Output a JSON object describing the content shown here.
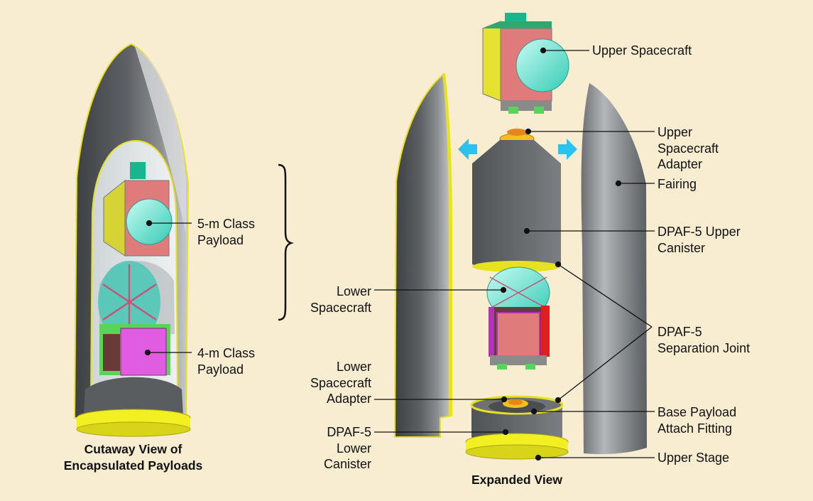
{
  "captions": {
    "cutaway_line1": "Cutaway View of",
    "cutaway_line2": "Encapsulated Payloads",
    "expanded": "Expanded View"
  },
  "labels": {
    "five_m_payload": [
      "5-m Class",
      "Payload"
    ],
    "four_m_payload": [
      "4-m Class",
      "Payload"
    ],
    "upper_spacecraft": [
      "Upper Spacecraft"
    ],
    "upper_spacecraft_adapter": [
      "Upper",
      "Spacecraft",
      "Adapter"
    ],
    "fairing": [
      "Fairing"
    ],
    "dpaf5_upper_canister": [
      "DPAF-5 Upper",
      "Canister"
    ],
    "lower_spacecraft": [
      "Lower",
      "Spacecraft"
    ],
    "dpaf5_separation_joint": [
      "DPAF-5",
      "Separation Joint"
    ],
    "lower_spacecraft_adapter": [
      "Lower",
      "Spacecraft",
      "Adapter"
    ],
    "base_payload_attach_fitting": [
      "Base Payload",
      "Attach Fitting"
    ],
    "dpaf5_lower_canister": [
      "DPAF-5",
      "Lower",
      "Canister"
    ],
    "upper_stage": [
      "Upper Stage"
    ]
  },
  "colors": {
    "background": "#f8ecd1",
    "fairing_gray": "#55585c",
    "ring_yellow": "#f2ef22",
    "payload_cyan": "#5fe6d2",
    "payload_red": "#e07070",
    "payload_magenta": "#e060e0",
    "arrow_blue": "#2bc3ee"
  }
}
